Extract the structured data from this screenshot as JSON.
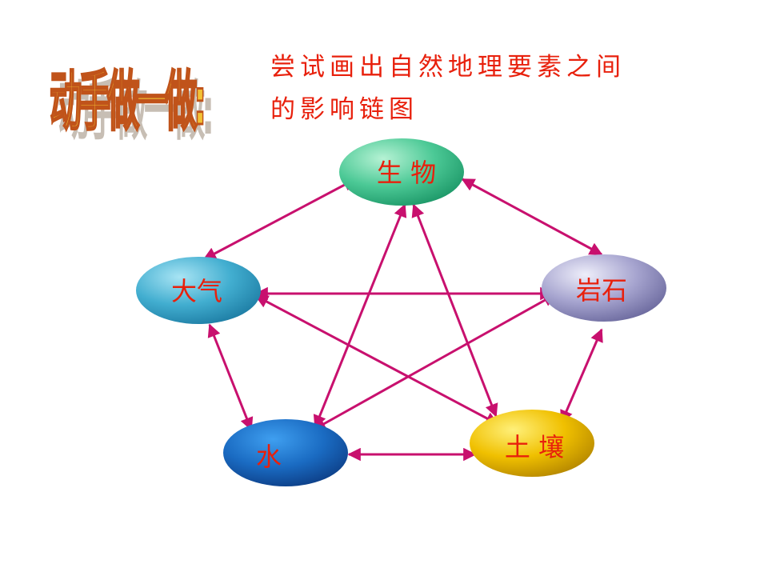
{
  "heading": "动手做一做:",
  "instruction": {
    "line1": "尝试画出自然地理要素之间",
    "line2": "的影响链图"
  },
  "nodes": {
    "biology": "生 物",
    "atmosphere": "大气",
    "rock": "岩石",
    "water": "水",
    "soil": "土 壤"
  },
  "colors": {
    "arrow": "#c8106e",
    "text": "#e8200c",
    "biology": "#3dbf8a",
    "atmosphere": "#3aa6c8",
    "rock": "#9c9ac8",
    "water": "#1b6fc4",
    "soil": "#e8b800"
  }
}
